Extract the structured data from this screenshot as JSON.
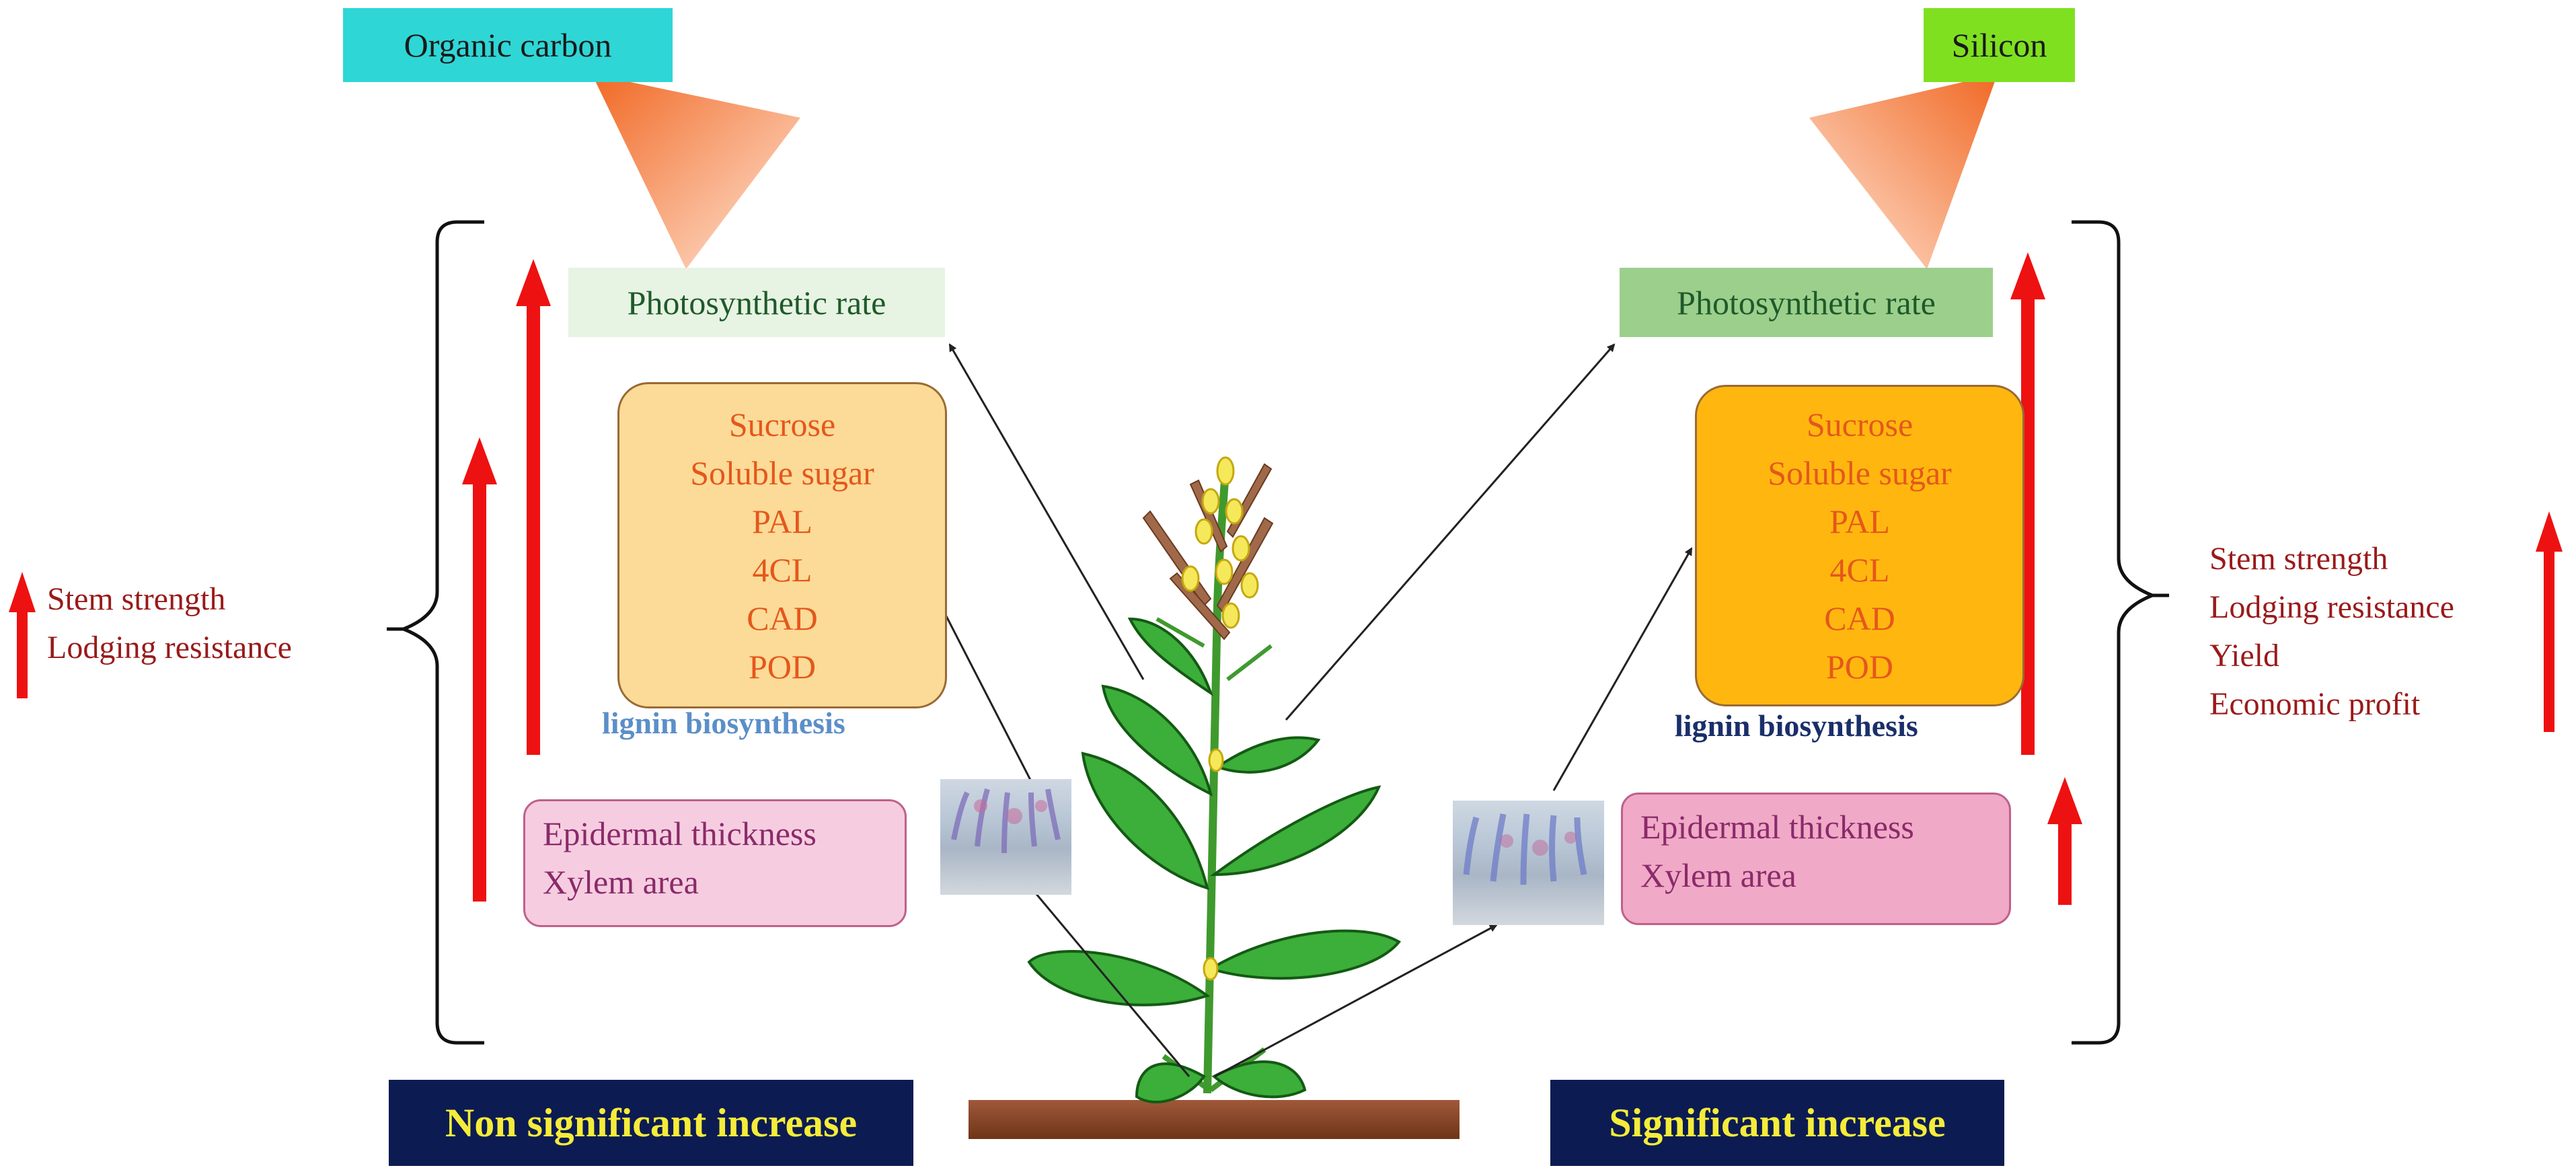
{
  "left": {
    "treatment": "Organic carbon",
    "photosynthesis": "Photosynthetic rate",
    "metabolites": [
      "Sucrose",
      "Soluble sugar",
      "PAL",
      "4CL",
      "CAD",
      "POD"
    ],
    "pathway": "lignin biosynthesis",
    "anatomy": [
      "Epidermal thickness",
      "Xylem area"
    ],
    "effects": [
      "Stem strength",
      "Lodging resistance"
    ],
    "outcome": "Non significant increase"
  },
  "right": {
    "treatment": "Silicon",
    "photosynthesis": "Photosynthetic rate",
    "metabolites": [
      "Sucrose",
      "Soluble sugar",
      "PAL",
      "4CL",
      "CAD",
      "POD"
    ],
    "pathway": "lignin biosynthesis",
    "anatomy": [
      "Epidermal thickness",
      "Xylem area"
    ],
    "effects": [
      "Stem strength",
      "Lodging resistance",
      "Yield",
      "Economic profit"
    ],
    "outcome": "Significant increase"
  },
  "colors": {
    "organic_carbon_tag": "#2fd6d6",
    "silicon_tag": "#7fe020",
    "increase_arrow": "#ee1111",
    "left_photosynthesis_box": "#e7f3e3",
    "right_photosynthesis_box": "#9ccf8c",
    "left_chem_box": "#fbdb97",
    "right_chem_box": "#ffb70f",
    "left_tissue_box": "#f6cde0",
    "right_tissue_box": "#f0a9c6",
    "outcome_banner": "#0c1c52",
    "outcome_text": "#f5ec3a",
    "soil_bar": "#8a4a2a"
  }
}
